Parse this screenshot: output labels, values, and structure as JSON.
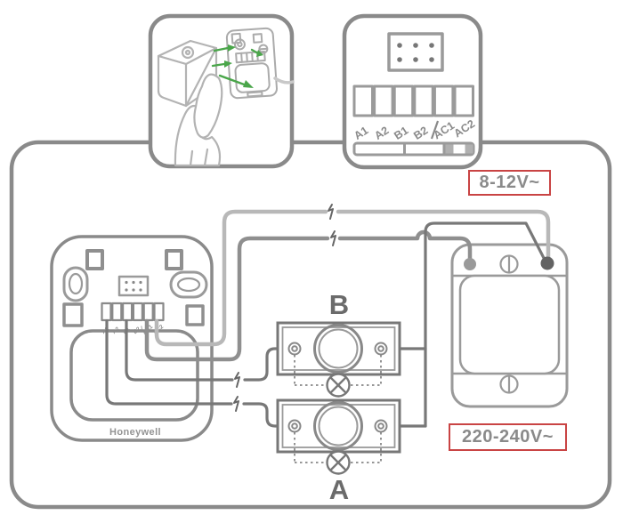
{
  "colors": {
    "line": "#8a8a8a",
    "line_dark": "#787878",
    "line_light": "#b8b8b8",
    "red_box_border": "#c94444",
    "green_arrow": "#4aa64a",
    "label_text": "#8a8a8a"
  },
  "insets": {
    "installation": {
      "illustration": "hand-mounting-chime-onto-wall-plate"
    },
    "terminal_block": {
      "terminals": [
        "A1",
        "A2",
        "B1",
        "B2",
        "AC1",
        "AC2"
      ],
      "separator": "/"
    }
  },
  "chime": {
    "brand": "Honeywell",
    "terminals": [
      "A1",
      "A2",
      "B1",
      "B2",
      "AC1",
      "AC2"
    ],
    "separator": "/"
  },
  "push_buttons": {
    "top": "B",
    "bottom": "A"
  },
  "voltage": {
    "secondary": "8-12V~",
    "primary": "220-240V~"
  }
}
